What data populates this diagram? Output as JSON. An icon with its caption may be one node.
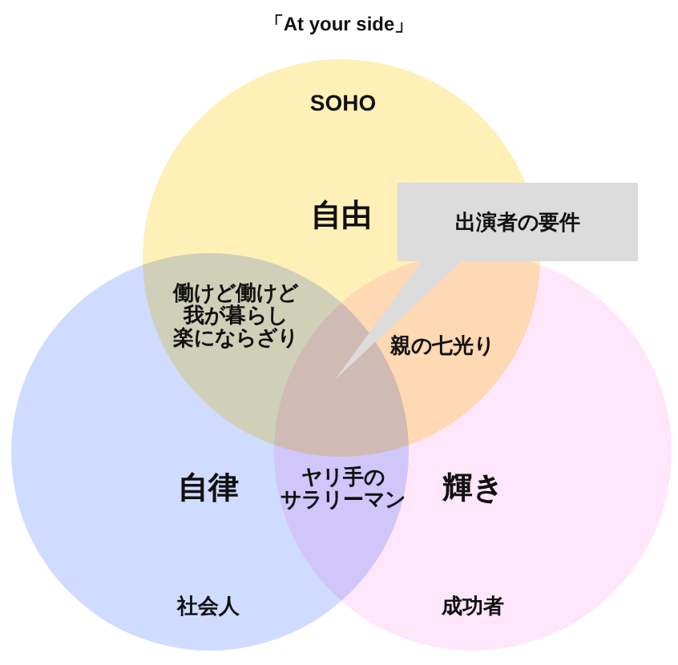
{
  "diagram": {
    "title": "「At your side」",
    "nodes": [
      {
        "text": [
          "SOHO",
          "自由"
        ]
      },
      {
        "text": [
          "出演者の要件"
        ]
      },
      {
        "text": [
          "自律",
          "社会人"
        ]
      },
      {
        "text": [
          "輝き",
          "成功者"
        ]
      }
    ],
    "labels": [
      "働けど働けど我が暮らし楽にならざり",
      "親の七光り",
      "ヤリ手のサラリーマン"
    ]
  }
}
